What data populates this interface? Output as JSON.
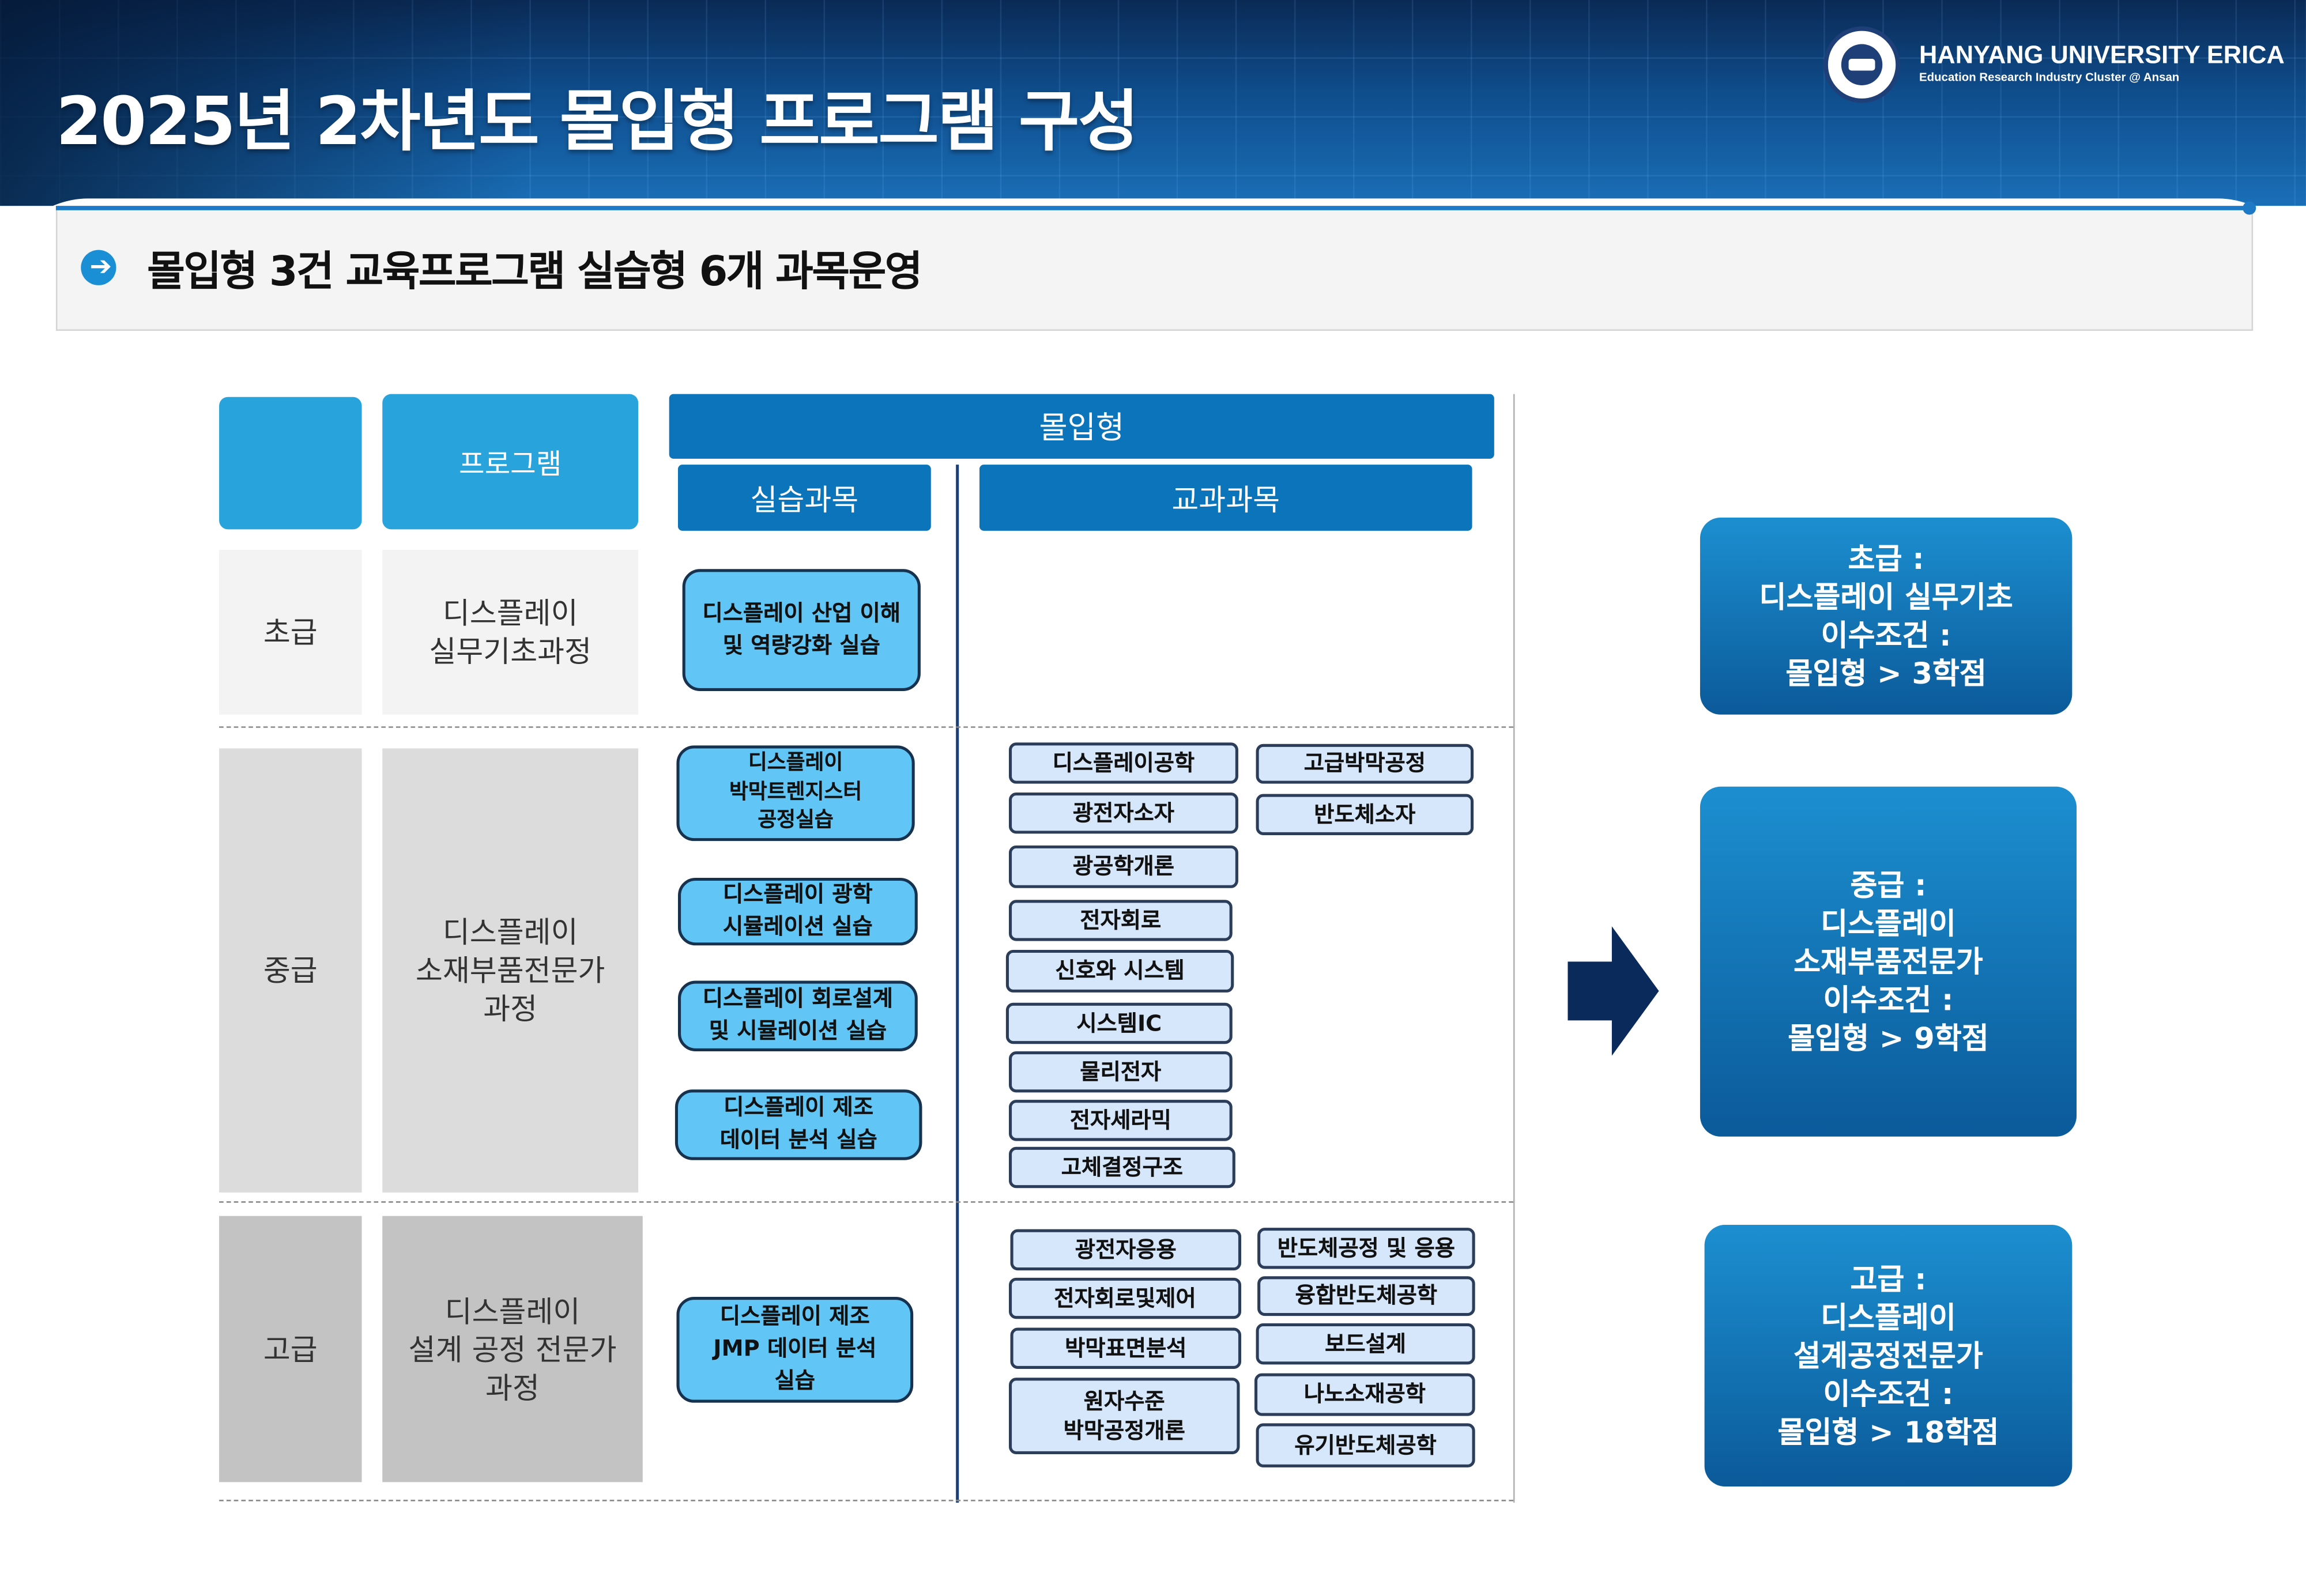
{
  "header": {
    "title": "2025년 2차년도 몰입형 프로그램 구성",
    "logo_name": "HANYANG UNIVERSITY ERICA",
    "logo_subtitle": "Education Research Industry Cluster @ Ansan"
  },
  "subtitle": {
    "icon": "circle-arrow-right-icon",
    "text": "몰입형 3건 교육프로그램 실습형 6개 과목운영"
  },
  "table": {
    "col_program": "프로그램",
    "col_immersive": "몰입형",
    "col_practice": "실습과목",
    "col_curriculum": "교과과목",
    "rows": [
      {
        "level": "초급",
        "program": "디스플레이\n실무기초과정",
        "practice": [
          "디스플레이 산업 이해\n및 역량강화 실습"
        ],
        "courses": []
      },
      {
        "level": "중급",
        "program": "디스플레이\n소재부품전문가\n과정",
        "practice": [
          "디스플레이\n박막트렌지스터\n공정실습",
          "디스플레이 광학\n시뮬레이션 실습",
          "디스플레이 회로설계\n및 시뮬레이션 실습",
          "디스플레이 제조\n데이터 분석 실습"
        ],
        "courses": [
          "디스플레이공학",
          "고급박막공정",
          "광전자소자",
          "반도체소자",
          "광공학개론",
          "전자회로",
          "신호와 시스템",
          "시스템IC",
          "물리전자",
          "전자세라믹",
          "고체결정구조"
        ]
      },
      {
        "level": "고급",
        "program": "디스플레이\n설계 공정 전문가\n과정",
        "practice": [
          "디스플레이 제조\nJMP 데이터 분석\n실습"
        ],
        "courses": [
          "광전자응용",
          "반도체공정 및 응용",
          "전자회로및제어",
          "융합반도체공학",
          "박막표면분석",
          "보드설계",
          "원자수준\n박막공정개론",
          "나노소재공학",
          "유기반도체공학"
        ]
      }
    ]
  },
  "arrow_icon": "arrow-right-icon",
  "summary": [
    "초급 :\n디스플레이 실무기초\n이수조건 :\n몰입형 > 3학점",
    "중급 :\n디스플레이\n소재부품전문가\n이수조건 :\n몰입형 > 9학점",
    "고급 :\n디스플레이\n설계공정전문가\n이수조건 :\n몰입형 > 18학점"
  ],
  "colors": {
    "header_cyan": "#29a3db",
    "header_blue": "#0b74bb",
    "practice_fill": "#61c6f5",
    "course_fill": "#d6e6fb",
    "arrow": "#0b2a5c"
  }
}
